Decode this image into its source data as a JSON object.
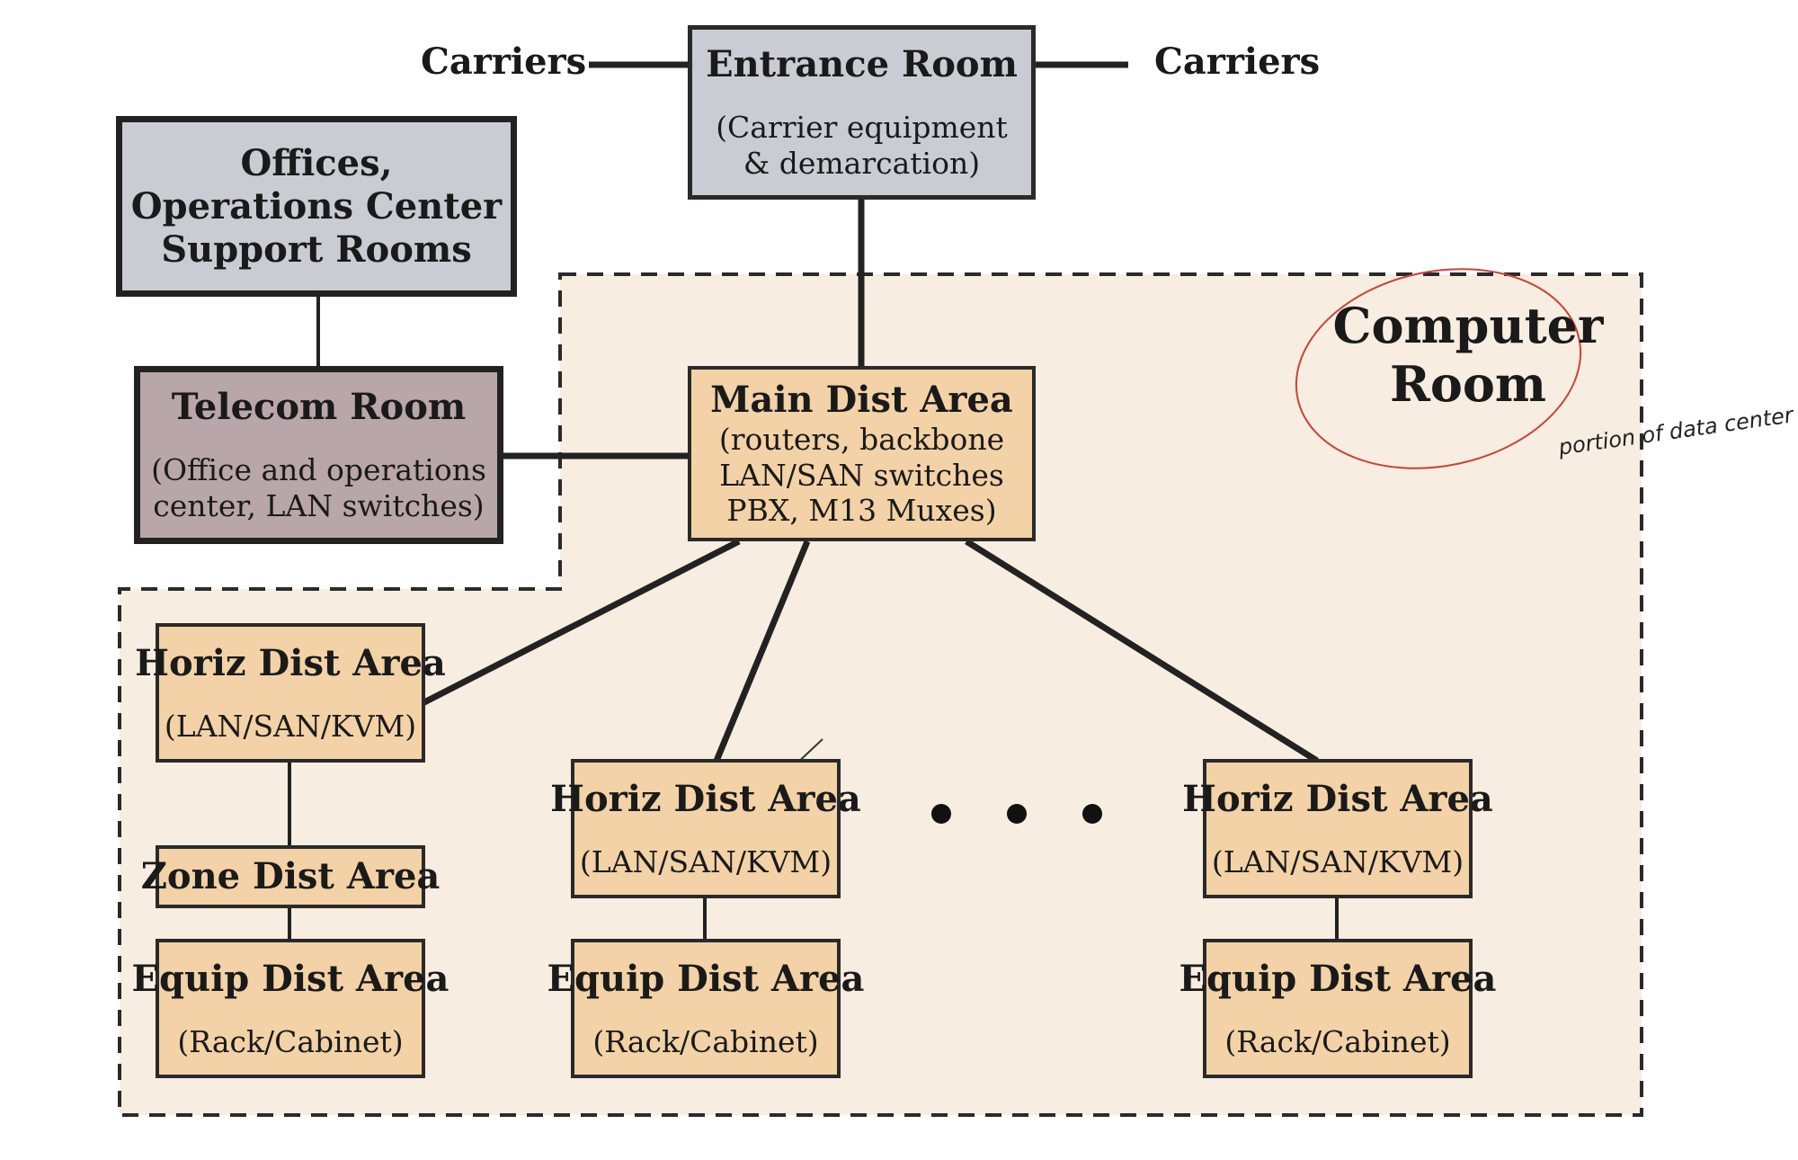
{
  "colors": {
    "zone_fill": "#f7ede0",
    "tan_box": "#f2d2a6",
    "gray_box": "#c9ccd3",
    "telecom_box": "#b9a6a9",
    "annotation_red": "#c8433a"
  },
  "carriers_left": "Carriers",
  "carriers_right": "Carriers",
  "entrance_room": {
    "title": "Entrance Room",
    "subtitle": "(Carrier equipment\n& demarcation)"
  },
  "offices": {
    "title": "Offices,\nOperations Center\nSupport Rooms"
  },
  "telecom_room": {
    "title": "Telecom Room",
    "subtitle": "(Office and operations\ncenter, LAN switches)"
  },
  "main_dist_area": {
    "title": "Main Dist Area",
    "subtitle": "(routers, backbone\nLAN/SAN switches\nPBX, M13 Muxes)"
  },
  "computer_room": {
    "title": "Computer\nRoom",
    "handwritten_note": "portion of data center"
  },
  "horiz_dist_areas": [
    {
      "title": "Horiz Dist Area",
      "subtitle": "(LAN/SAN/KVM)"
    },
    {
      "title": "Horiz Dist Area",
      "subtitle": "(LAN/SAN/KVM)"
    },
    {
      "title": "Horiz Dist Area",
      "subtitle": "(LAN/SAN/KVM)"
    }
  ],
  "zone_dist_area": {
    "title": "Zone Dist Area"
  },
  "equip_dist_areas": [
    {
      "title": "Equip Dist Area",
      "subtitle": "(Rack/Cabinet)"
    },
    {
      "title": "Equip Dist Area",
      "subtitle": "(Rack/Cabinet)"
    },
    {
      "title": "Equip Dist Area",
      "subtitle": "(Rack/Cabinet)"
    }
  ]
}
